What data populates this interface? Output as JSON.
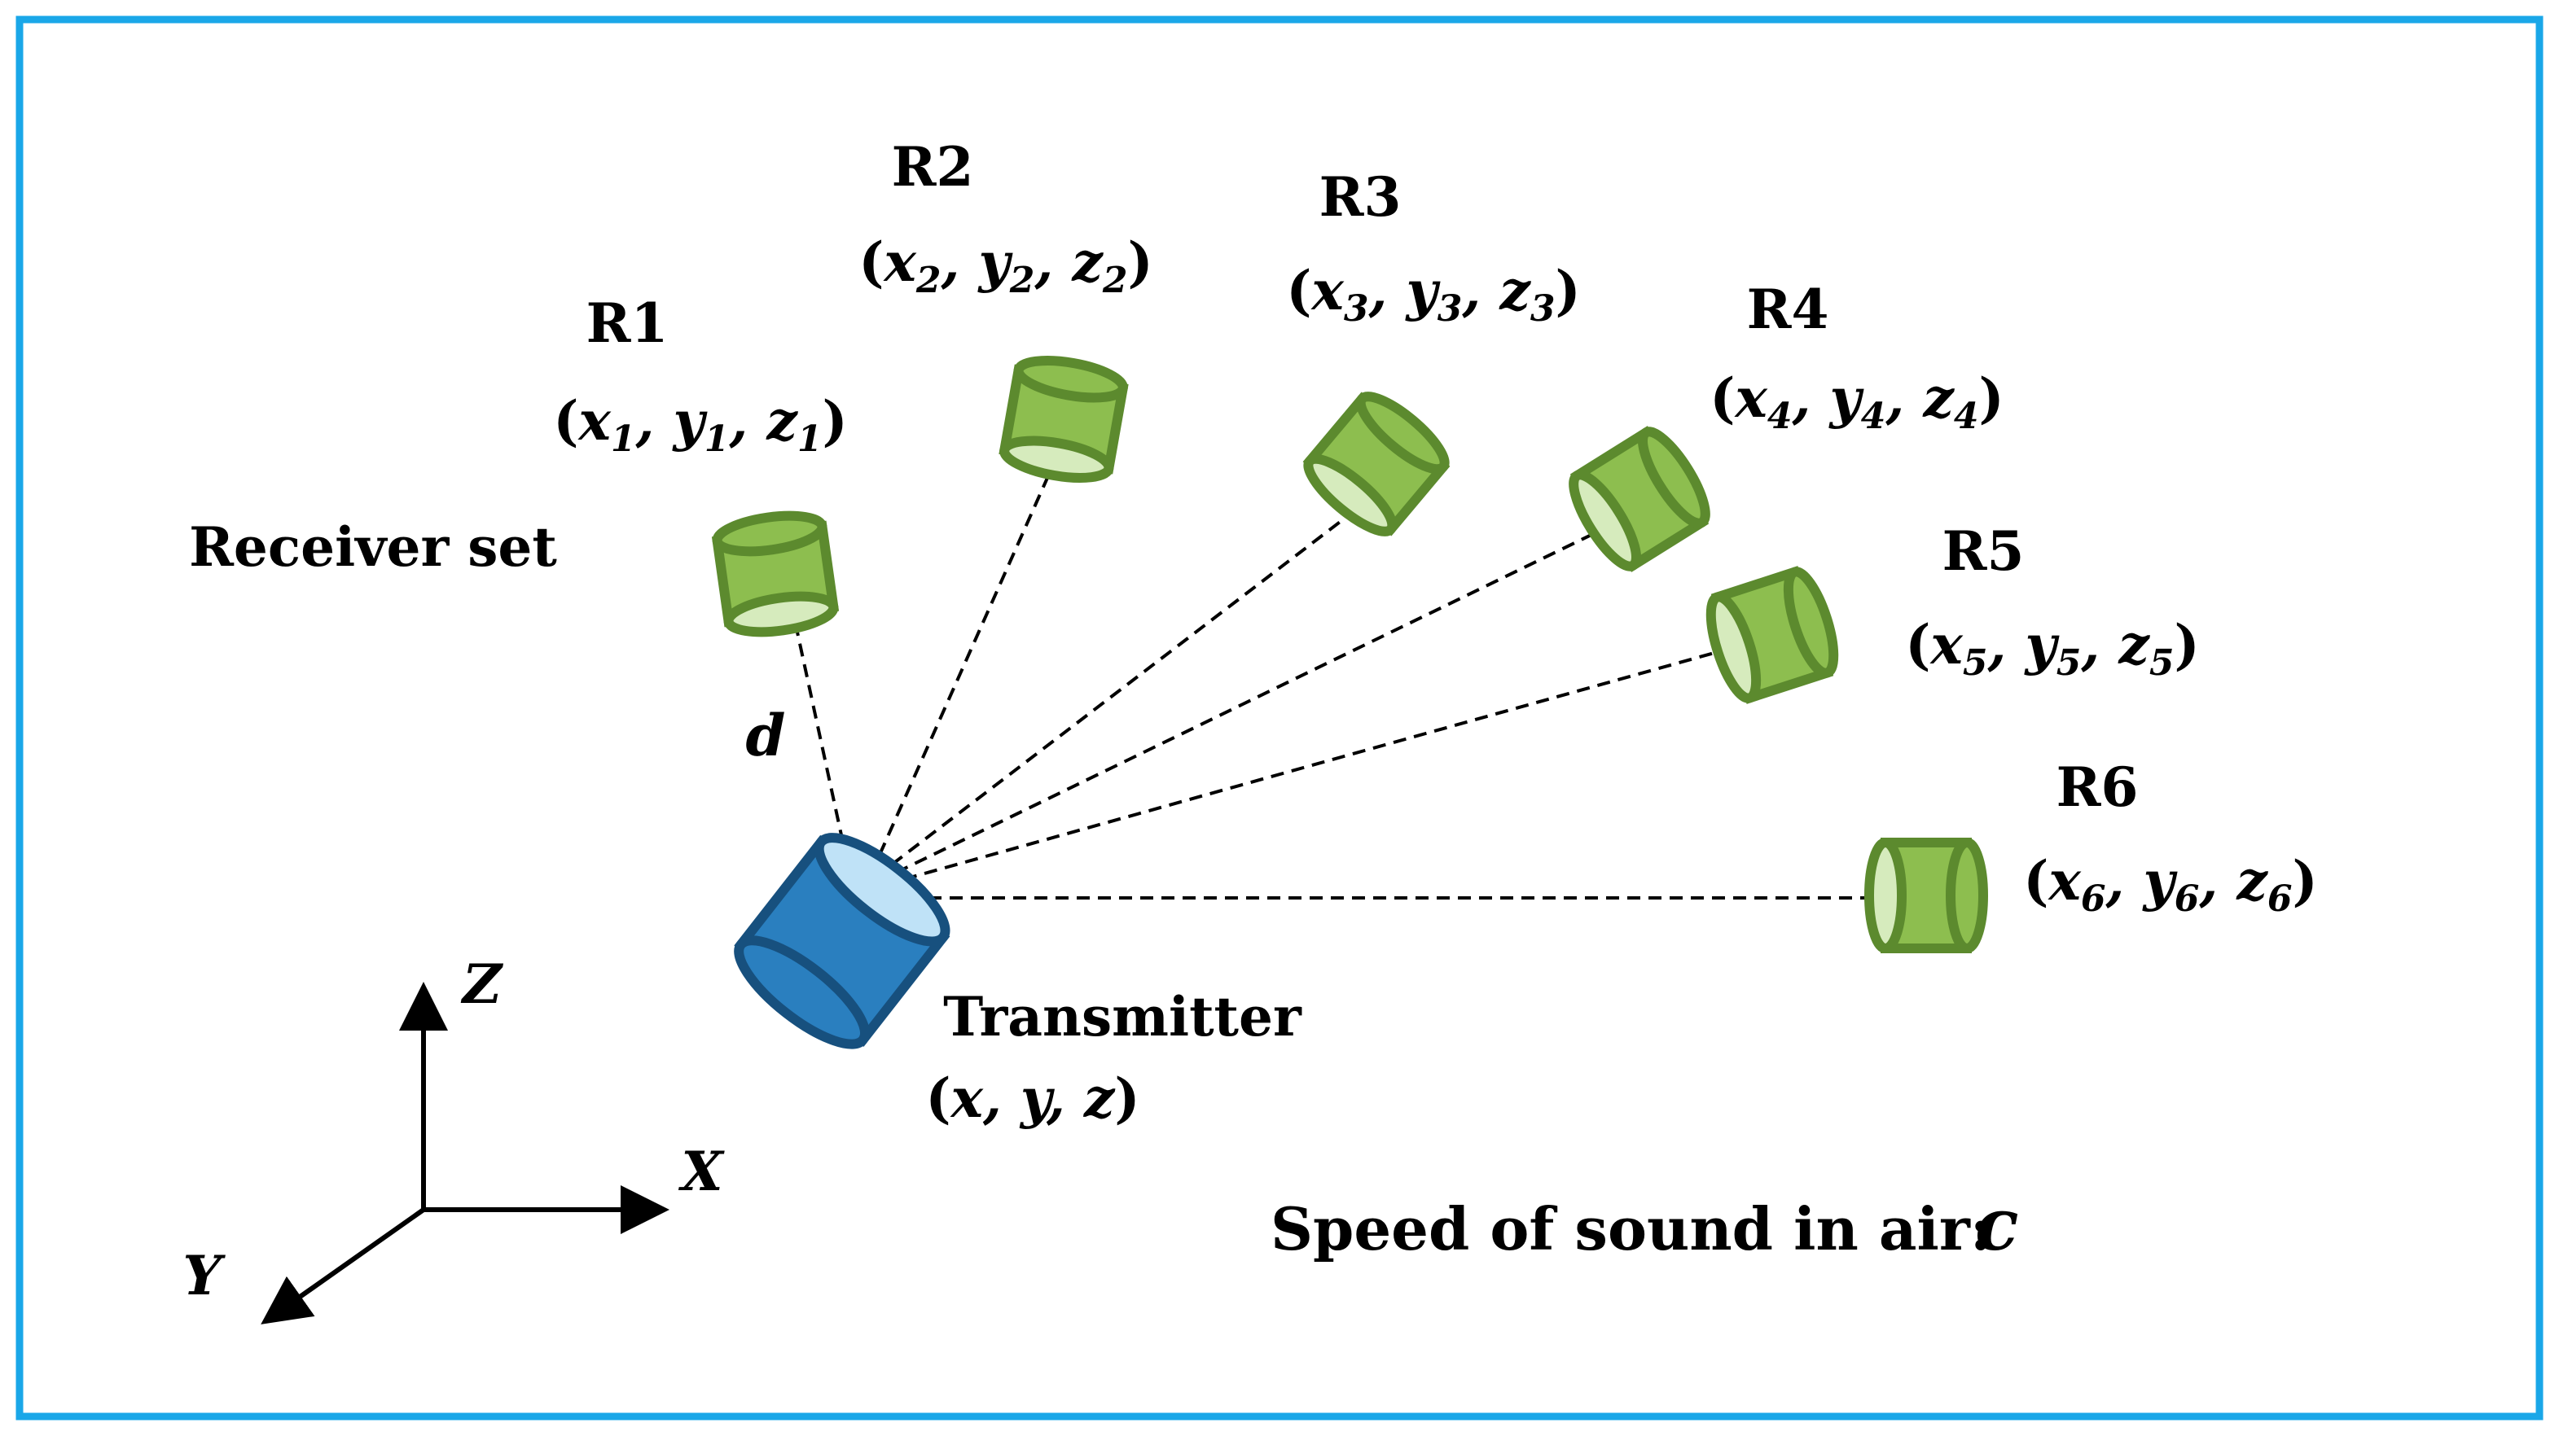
{
  "colors": {
    "frame": "#1aa7e8",
    "receiver_fill": "#8dbe4f",
    "receiver_stroke": "#5c8a2e",
    "receiver_face": "#d6ebbd",
    "transmitter_fill": "#2a7fbf",
    "transmitter_stroke": "#17507e",
    "transmitter_face": "#bfe2f7"
  },
  "labels": {
    "receiver_set": "Receiver set",
    "transmitter": "Transmitter",
    "distance": "d",
    "speed_text": "Speed of sound in air:",
    "speed_symbol": "c"
  },
  "transmitter_coord": {
    "x": "x",
    "y": "y",
    "z": "z"
  },
  "receivers": [
    {
      "name": "R1",
      "sub": "1"
    },
    {
      "name": "R2",
      "sub": "2"
    },
    {
      "name": "R3",
      "sub": "3"
    },
    {
      "name": "R4",
      "sub": "4"
    },
    {
      "name": "R5",
      "sub": "5"
    },
    {
      "name": "R6",
      "sub": "6"
    }
  ],
  "axes": {
    "z": "Z",
    "x": "X",
    "y": "Y"
  }
}
